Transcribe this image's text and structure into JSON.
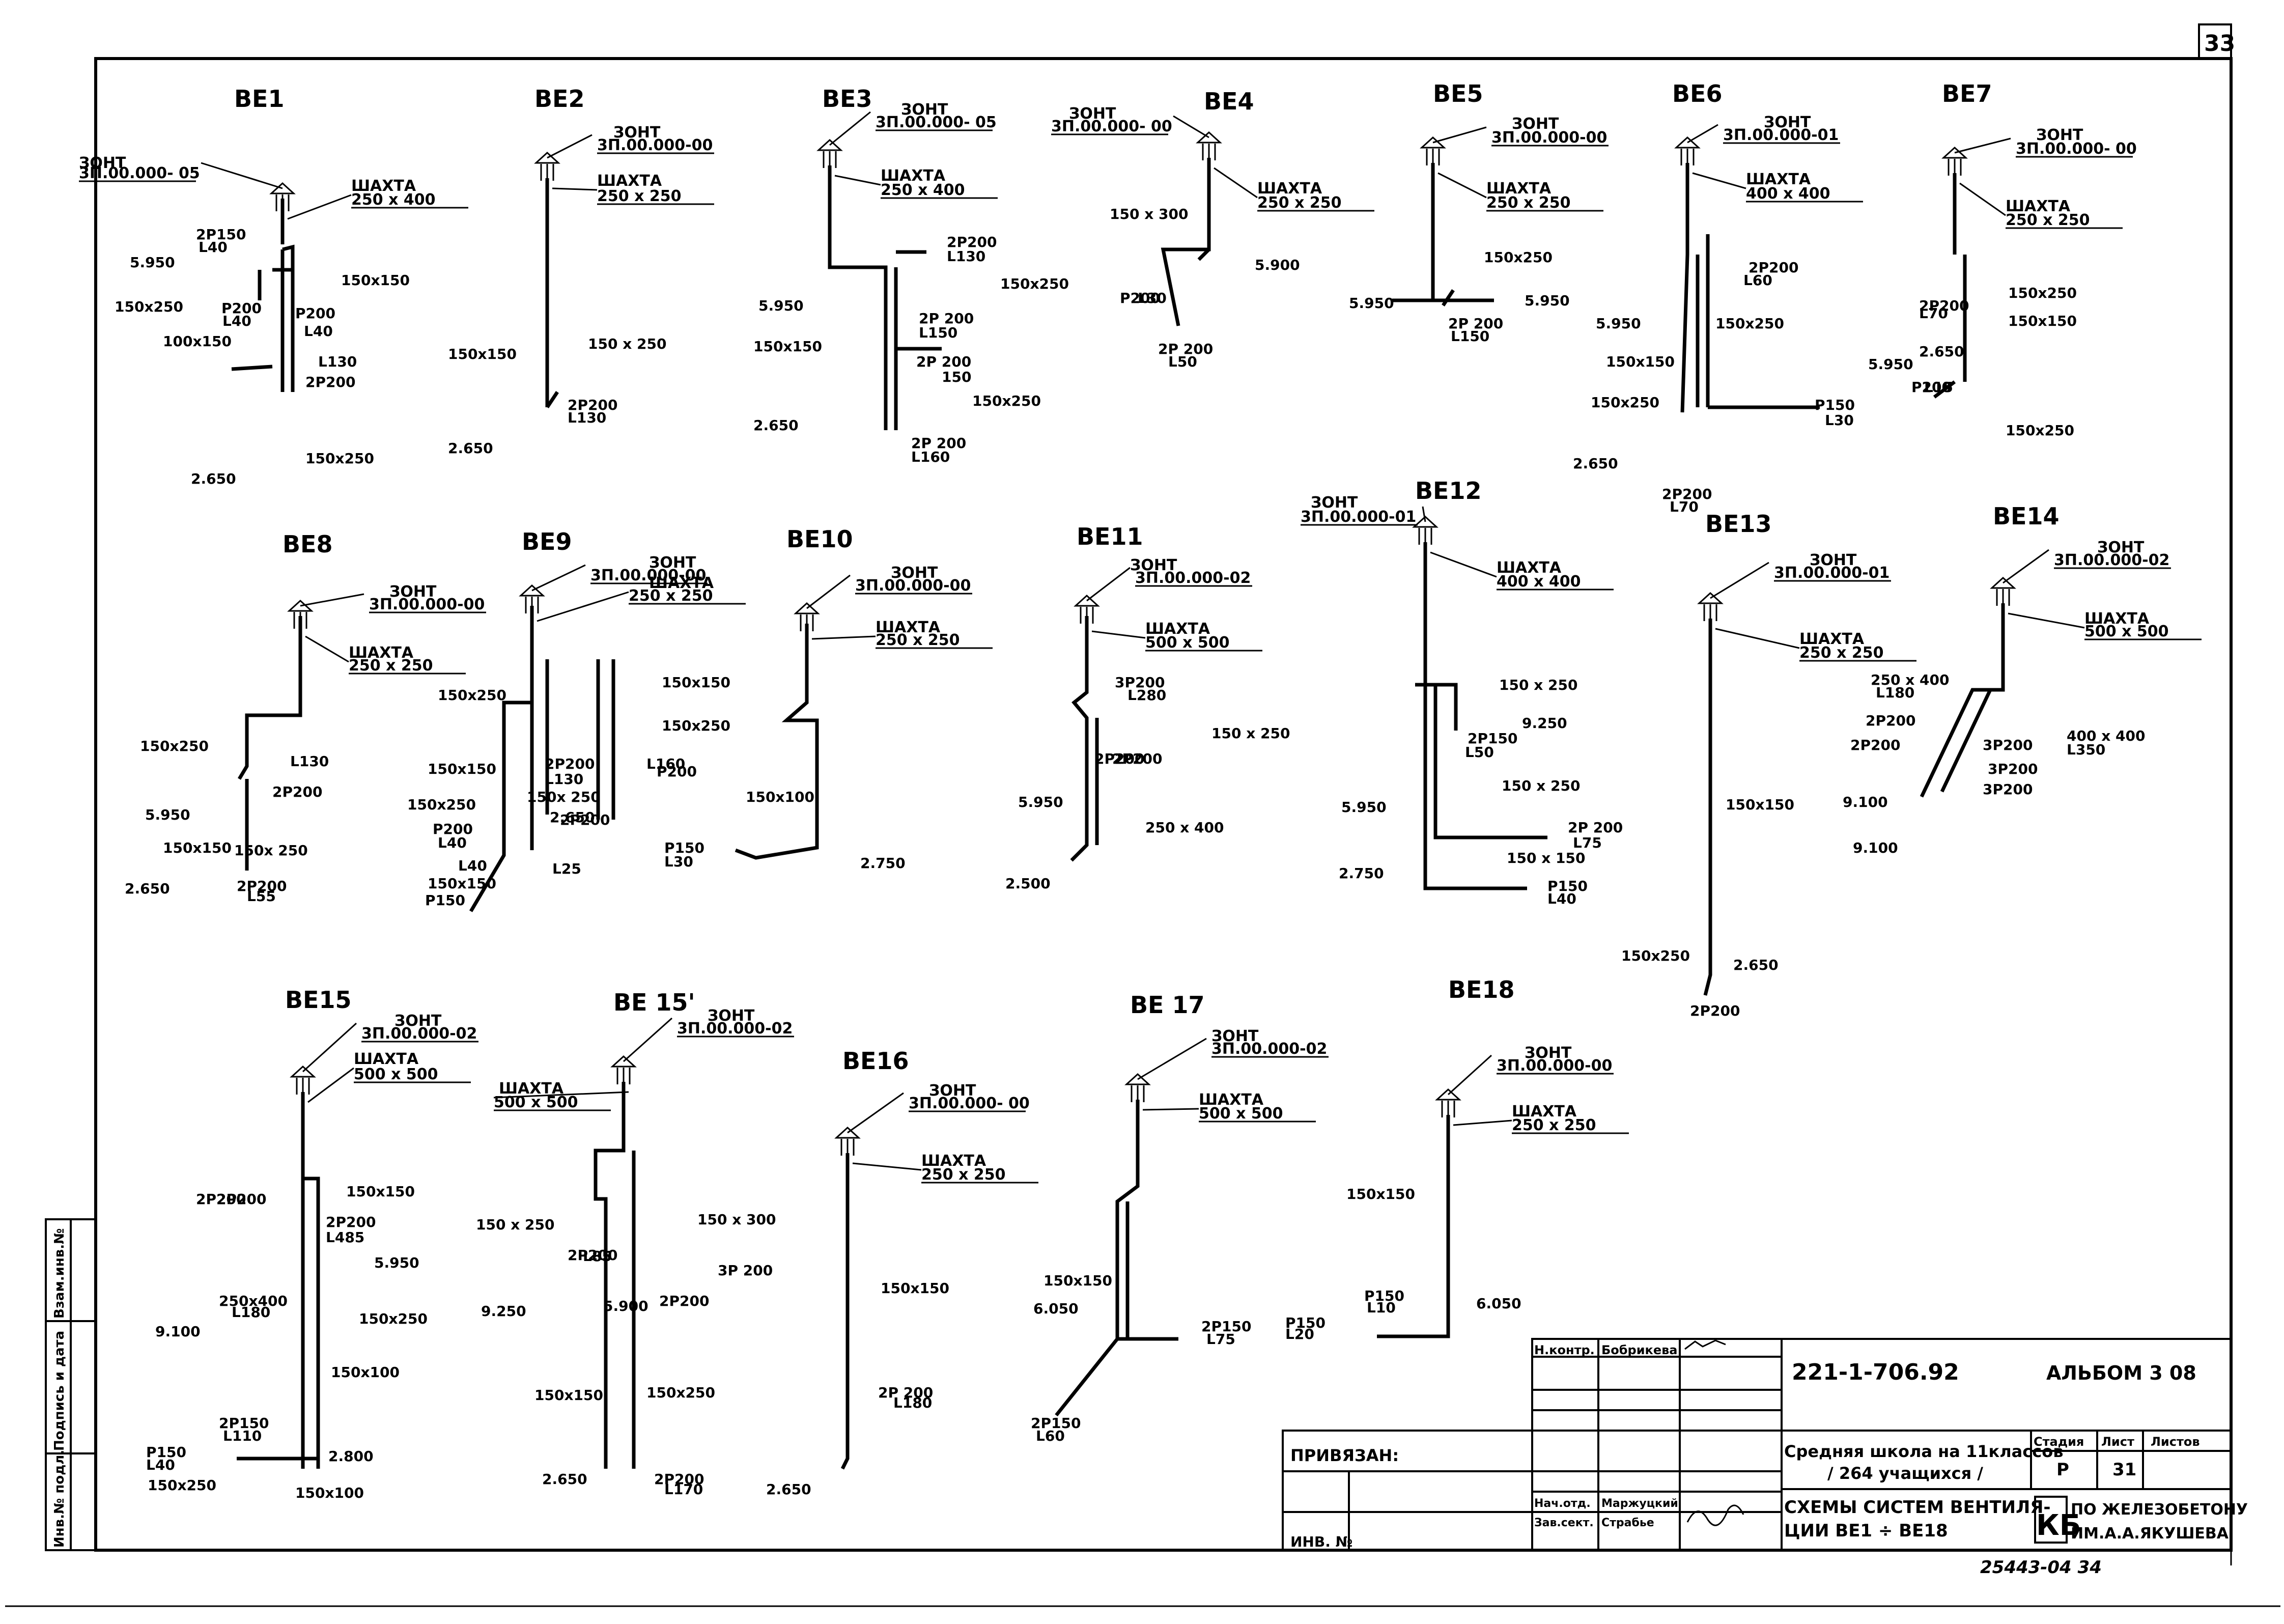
{
  "sheet": {
    "page_number": "33",
    "stamp_number": "25443-04  34",
    "side_labels": [
      "Инв.№ подл.",
      "Подпись и дата",
      "Взам.инв.№"
    ]
  },
  "systems": [
    {
      "id": "be1",
      "title": "ВЕ1",
      "cap": "ЗОНТ",
      "cap_code": "3П.00.000- 05",
      "shaft": "ШАХТА",
      "shaft_size": "250 х 400",
      "labels": [
        "5.950",
        "2Р150",
        "L40",
        "150х250",
        "Р200",
        "L40",
        "100х150",
        "150х150",
        "Р200",
        "L40",
        "2Р200",
        "L130",
        "2.650",
        "150х250"
      ]
    },
    {
      "id": "be2",
      "title": "ВЕ2",
      "cap": "ЗОНТ",
      "cap_code": "3П.00.000-00",
      "shaft": "ШАХТА",
      "shaft_size": "250 х 250",
      "labels": [
        "150х150",
        "150 х 250",
        "2Р200",
        "L130",
        "2.650"
      ]
    },
    {
      "id": "be3",
      "title": "ВЕ3",
      "cap": "ЗОНТ",
      "cap_code": "3П.00.000- 05",
      "shaft": "ШАХТА",
      "shaft_size": "250 х 400",
      "labels": [
        "2Р200",
        "L130",
        "150х250",
        "5.950",
        "2Р 200",
        "L150",
        "150х150",
        "2Р 200",
        "150",
        "150х250",
        "2.650",
        "2Р 200",
        "L160"
      ]
    },
    {
      "id": "be4",
      "title": "ВЕ4",
      "cap": "ЗОНТ",
      "cap_code": "3П.00.000- 00",
      "shaft": "ШАХТА",
      "shaft_size": "250 х 250",
      "labels": [
        "150 х 300",
        "Р200",
        "L30",
        "5.900",
        "2Р 200",
        "L50"
      ]
    },
    {
      "id": "be5",
      "title": "ВЕ5",
      "cap": "ЗОНТ",
      "cap_code": "3П.00.000-00",
      "shaft": "ШАХТА",
      "shaft_size": "250 х 250",
      "labels": [
        "150х250",
        "5.950",
        "5.950",
        "2Р 200",
        "L150"
      ]
    },
    {
      "id": "be6",
      "title": "ВЕ6",
      "cap": "ЗОНТ",
      "cap_code": "3П.00.000-01",
      "shaft": "ШАХТА",
      "shaft_size": "400 х 400",
      "labels": [
        "2Р200",
        "L60",
        "5.950",
        "150х250",
        "150х150",
        "150х250",
        "2.650",
        "2Р200",
        "L70",
        "Р150",
        "L30"
      ]
    },
    {
      "id": "be7",
      "title": "ВЕ7",
      "cap": "ЗОНТ",
      "cap_code": "3П.00.000- 00",
      "shaft": "ШАХТА",
      "shaft_size": "250 х 250",
      "labels": [
        "2Р200",
        "L70",
        "150х250",
        "150х150",
        "5.950",
        "2.650",
        "Р200",
        "L15",
        "150х250"
      ]
    },
    {
      "id": "be8",
      "title": "ВЕ8",
      "cap": "ЗОНТ",
      "cap_code": "3П.00.000-00",
      "shaft": "ШАХТА",
      "shaft_size": "250 х 250",
      "labels": [
        "150х250",
        "5.950",
        "2Р200",
        "L130",
        "150х150",
        "150х 250",
        "2.650",
        "2Р200",
        "L55"
      ]
    },
    {
      "id": "be9",
      "title": "ВЕ9",
      "cap": "ЗОНТ",
      "cap_code": "3П.00.000-00",
      "shaft": "ШАХТА",
      "shaft_size": "250 х 250",
      "labels": [
        "150х250",
        "150х150",
        "150х150",
        "2Р200",
        "L130",
        "150х250",
        "150х250",
        "Р200",
        "L40",
        "150х 250",
        "2.650",
        "2Р200",
        "L160",
        "Р200",
        "L40",
        "150х150",
        "Р150",
        "L25"
      ]
    },
    {
      "id": "be10",
      "title": "ВЕ10",
      "cap": "ЗОНТ",
      "cap_code": "3П.00.000-00",
      "shaft": "ШАХТА",
      "shaft_size": "250 х 250",
      "labels": [
        "150х100",
        "Р150",
        "L30",
        "2.750"
      ]
    },
    {
      "id": "be11",
      "title": "ВЕ11",
      "cap": "ЗОНТ",
      "cap_code": "3П.00.000-02",
      "shaft": "ШАХТА",
      "shaft_size": "500 х 500",
      "labels": [
        "3Р200",
        "L280",
        "150 х 250",
        "5.950",
        "2Р200",
        "2Р200",
        "250 х 400",
        "2.500"
      ]
    },
    {
      "id": "be12",
      "title": "ВЕ12",
      "cap": "ЗОНТ",
      "cap_code": "3П.00.000-01",
      "shaft": "ШАХТА",
      "shaft_size": "400 х 400",
      "labels": [
        "150 х 250",
        "9.250",
        "2Р150",
        "L50",
        "150 х 250",
        "5.950",
        "2Р 200",
        "L75",
        "150 х 150",
        "2.750",
        "Р150",
        "L40"
      ]
    },
    {
      "id": "be13",
      "title": "ВЕ13",
      "cap": "ЗОНТ",
      "cap_code": "3П.00.000-01",
      "shaft": "ШАХТА",
      "shaft_size": "250 х 250",
      "labels": [
        "150х150",
        "150х250",
        "2.650",
        "2Р200"
      ]
    },
    {
      "id": "be14",
      "title": "ВЕ14",
      "cap": "ЗОНТ",
      "cap_code": "3П.00.000-02",
      "shaft": "ШАХТА",
      "shaft_size": "500 х 500",
      "labels": [
        "250 х 400",
        "L180",
        "2Р200",
        "2Р200",
        "3Р200",
        "400 х 400",
        "L350",
        "3Р200",
        "3Р200",
        "9.100",
        "9.100"
      ]
    },
    {
      "id": "be15",
      "title": "ВЕ15",
      "cap": "ЗОНТ",
      "cap_code": "3П.00.000-02",
      "shaft": "ШАХТА",
      "shaft_size": "500 х 500",
      "labels": [
        "150х150",
        "2Р200",
        "2Р200",
        "2Р200",
        "L485",
        "5.950",
        "9.100",
        "250х400",
        "L180",
        "150х250",
        "150х100",
        "2Р150",
        "L110",
        "Р150",
        "L40",
        "2.800",
        "150х250",
        "150х100"
      ]
    },
    {
      "id": "be15p",
      "title": "ВЕ 15'",
      "cap": "ЗОНТ",
      "cap_code": "3П.00.000-02",
      "shaft": "ШАХТА",
      "shaft_size": "500 х 500",
      "labels": [
        "150 х 250",
        "150 х 300",
        "2Р200",
        "L85",
        "3Р 200",
        "9.250",
        "5.900",
        "2Р200",
        "150х150",
        "150х250",
        "2.650",
        "2Р200",
        "L170"
      ]
    },
    {
      "id": "be16",
      "title": "ВЕ16",
      "cap": "ЗОНТ",
      "cap_code": "3П.00.000- 00",
      "shaft": "ШАХТА",
      "shaft_size": "250 х 250",
      "labels": [
        "150х150",
        "2Р 200",
        "L180",
        "2.650"
      ]
    },
    {
      "id": "be17",
      "title": "ВЕ 17",
      "cap": "ЗОНТ",
      "cap_code": "3П.00.000-02",
      "shaft": "ШАХТА",
      "shaft_size": "500 х 500",
      "labels": [
        "150х150",
        "6.050",
        "2Р150",
        "L75",
        "2Р150",
        "L60"
      ]
    },
    {
      "id": "be18",
      "title": "ВЕ18",
      "cap": "ЗОНТ",
      "cap_code": "3П.00.000-00",
      "shaft": "ШАХТА",
      "shaft_size": "250 х 250",
      "labels": [
        "150х150",
        "Р150",
        "L10",
        "6.050",
        "Р150",
        "L20"
      ]
    }
  ],
  "title_block": {
    "roles": [
      "Н.контр.",
      "Нач.отд.",
      "Зав.сект."
    ],
    "names": [
      "Бобрикева",
      "Маржуцкий",
      "Страбье"
    ],
    "signatures": [
      "",
      "",
      ""
    ],
    "tied_label": "ПРИВЯЗАН:",
    "inv_label": "ИНВ. №",
    "doc_code": "221-1-706.92",
    "album": "АЛЬБОМ 3  08",
    "project_title_1": "Средняя школа на 11классов",
    "project_title_2": "/ 264 учащихся /",
    "sheet_title_1": "СХЕМЫ СИСТЕМ ВЕНТИЛЯ-",
    "sheet_title_2": "ЦИИ  ВЕ1 ÷ ВЕ18",
    "stage_label": "Стадия",
    "stage": "Р",
    "sheet_label": "Лист",
    "sheet_no": "31",
    "sheets_label": "Листов",
    "sheets_total": "",
    "org_logo": "КБ",
    "org_name_1": "ПО ЖЕЛЕЗОБЕТОНУ",
    "org_name_2": "ИМ.А.А.ЯКУШЕВА"
  }
}
